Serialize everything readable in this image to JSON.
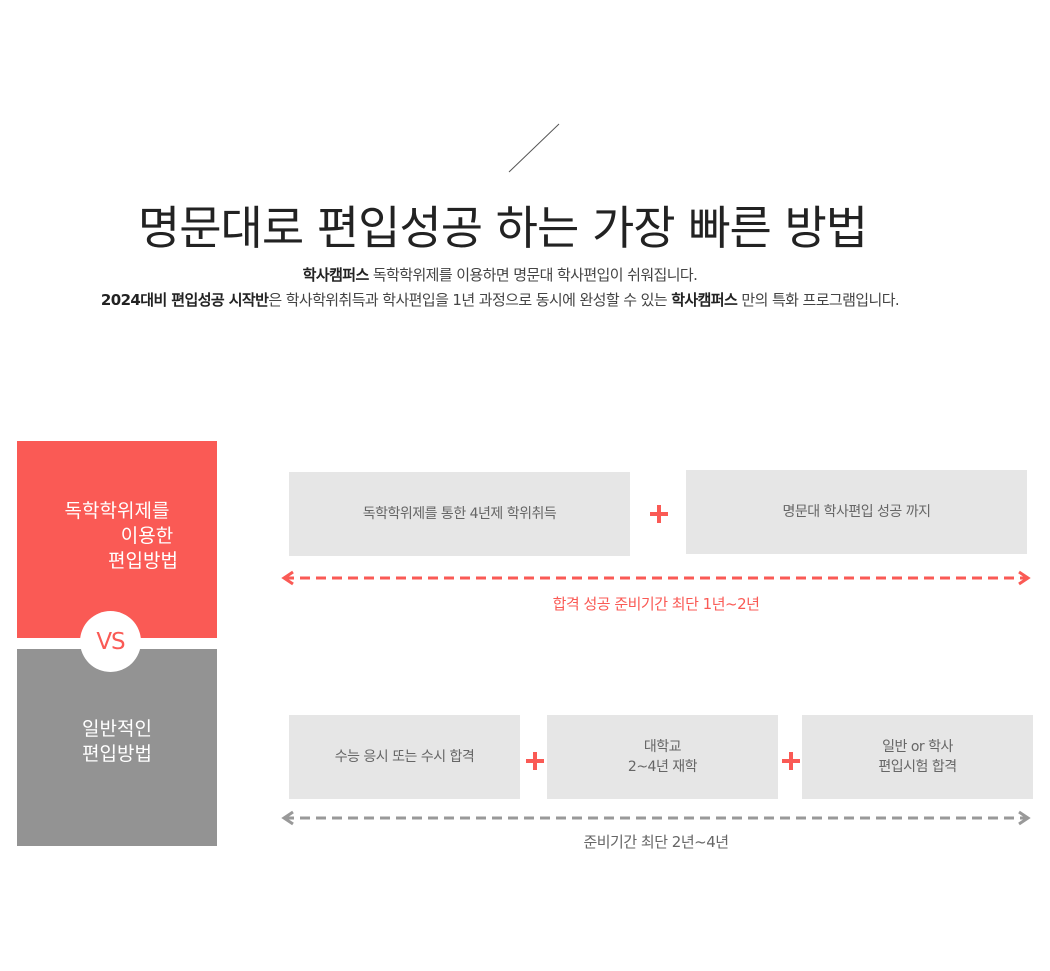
{
  "header": {
    "title": "명문대로 편입성공 하는 가장 빠른 방법",
    "line1": {
      "brand": "학사캠퍼스",
      "text": " 독학학위제를 이용하면 명문대 학사편입이 쉬워집니다."
    },
    "line2": {
      "bold_prefix": "2024대비 편입성공 시작반",
      "middle": "은 학사학위취득과 학사편입을 1년 과정으로 동시에 완성할 수 있는 ",
      "brand": "학사캠퍼스",
      "suffix": " 만의 특화 프로그램입니다."
    }
  },
  "compare": {
    "self_study": {
      "label_lines": [
        "독학학위제를",
        "이용한",
        "편입방법"
      ],
      "steps": [
        "독학학위제를 통한 4년제 학위취득",
        "명문대 학사편입 성공 까지"
      ],
      "duration": "합격 성공 준비기간 최단 1년~2년"
    },
    "vs": "VS",
    "general": {
      "label_lines": [
        "일반적인",
        "편입방법"
      ],
      "steps": [
        [
          "수능  응시 또는  수시 합격"
        ],
        [
          "대학교",
          "2~4년 재학"
        ],
        [
          "일반 or 학사",
          "편입시험 합격"
        ]
      ],
      "duration": "준비기간 최단 2년~4년"
    }
  },
  "colors": {
    "accent": "#fa5a55",
    "gray_box": "#939393",
    "step_bg": "#e6e6e6",
    "gray_arrow": "#999999"
  },
  "icons": {
    "plus": "plus-icon",
    "double_arrow": "double-arrow-icon",
    "slash": "slash-decoration"
  }
}
